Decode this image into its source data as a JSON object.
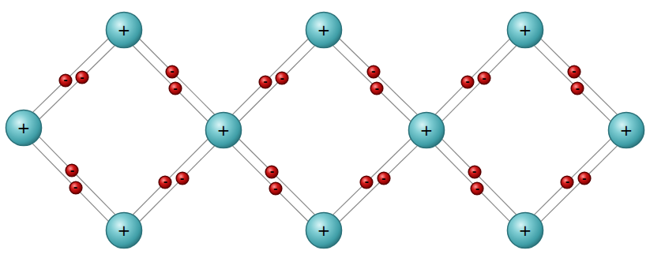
{
  "diagram": {
    "nodes": [
      {
        "text": [
          "+"
        ]
      },
      {
        "text": [
          "+"
        ]
      },
      {
        "text": [
          "+"
        ]
      },
      {
        "text": [
          "+"
        ]
      },
      {
        "text": [
          "+"
        ]
      },
      {
        "text": [
          "+"
        ]
      },
      {
        "text": [
          "+"
        ]
      },
      {
        "text": [
          "+"
        ]
      },
      {
        "text": [
          "+"
        ]
      },
      {
        "text": [
          "+"
        ]
      },
      {
        "text": [
          "-"
        ]
      },
      {
        "text": [
          "-"
        ]
      },
      {
        "text": [
          "-"
        ]
      },
      {
        "text": [
          "-"
        ]
      },
      {
        "text": [
          "-"
        ]
      },
      {
        "text": [
          "-"
        ]
      },
      {
        "text": [
          "-"
        ]
      },
      {
        "text": [
          "-"
        ]
      },
      {
        "text": [
          "-"
        ]
      },
      {
        "text": [
          "-"
        ]
      },
      {
        "text": [
          "-"
        ]
      },
      {
        "text": [
          "-"
        ]
      },
      {
        "text": [
          "-"
        ]
      },
      {
        "text": [
          "-"
        ]
      },
      {
        "text": [
          "-"
        ]
      },
      {
        "text": [
          "-"
        ]
      },
      {
        "text": [
          "-"
        ]
      },
      {
        "text": [
          "-"
        ]
      },
      {
        "text": [
          "-"
        ]
      },
      {
        "text": [
          "-"
        ]
      },
      {
        "text": [
          "-"
        ]
      },
      {
        "text": [
          "-"
        ]
      },
      {
        "text": [
          "-"
        ]
      },
      {
        "text": [
          "-"
        ]
      }
    ],
    "edges": [
      {
        "from": 0,
        "to": 10,
        "arrow": "none"
      },
      {
        "from": 3,
        "to": 10,
        "arrow": "none"
      },
      {
        "from": 0,
        "to": 11,
        "arrow": "none"
      },
      {
        "from": 3,
        "to": 11,
        "arrow": "none"
      },
      {
        "from": 0,
        "to": 12,
        "arrow": "none"
      },
      {
        "from": 4,
        "to": 12,
        "arrow": "none"
      },
      {
        "from": 0,
        "to": 13,
        "arrow": "none"
      },
      {
        "from": 4,
        "to": 13,
        "arrow": "none"
      },
      {
        "from": 7,
        "to": 14,
        "arrow": "none"
      },
      {
        "from": 3,
        "to": 14,
        "arrow": "none"
      },
      {
        "from": 7,
        "to": 15,
        "arrow": "none"
      },
      {
        "from": 3,
        "to": 15,
        "arrow": "none"
      },
      {
        "from": 7,
        "to": 16,
        "arrow": "none"
      },
      {
        "from": 4,
        "to": 16,
        "arrow": "none"
      },
      {
        "from": 7,
        "to": 17,
        "arrow": "none"
      },
      {
        "from": 4,
        "to": 17,
        "arrow": "none"
      },
      {
        "from": 1,
        "to": 18,
        "arrow": "none"
      },
      {
        "from": 4,
        "to": 18,
        "arrow": "none"
      },
      {
        "from": 1,
        "to": 19,
        "arrow": "none"
      },
      {
        "from": 4,
        "to": 19,
        "arrow": "none"
      },
      {
        "from": 1,
        "to": 20,
        "arrow": "none"
      },
      {
        "from": 5,
        "to": 20,
        "arrow": "none"
      },
      {
        "from": 1,
        "to": 21,
        "arrow": "none"
      },
      {
        "from": 5,
        "to": 21,
        "arrow": "none"
      },
      {
        "from": 8,
        "to": 22,
        "arrow": "none"
      },
      {
        "from": 4,
        "to": 22,
        "arrow": "none"
      },
      {
        "from": 8,
        "to": 23,
        "arrow": "none"
      },
      {
        "from": 4,
        "to": 23,
        "arrow": "none"
      },
      {
        "from": 8,
        "to": 24,
        "arrow": "none"
      },
      {
        "from": 5,
        "to": 24,
        "arrow": "none"
      },
      {
        "from": 8,
        "to": 25,
        "arrow": "none"
      },
      {
        "from": 5,
        "to": 25,
        "arrow": "none"
      },
      {
        "from": 2,
        "to": 26,
        "arrow": "none"
      },
      {
        "from": 5,
        "to": 26,
        "arrow": "none"
      },
      {
        "from": 2,
        "to": 27,
        "arrow": "none"
      },
      {
        "from": 5,
        "to": 27,
        "arrow": "none"
      },
      {
        "from": 2,
        "to": 28,
        "arrow": "none"
      },
      {
        "from": 6,
        "to": 28,
        "arrow": "none"
      },
      {
        "from": 2,
        "to": 29,
        "arrow": "none"
      },
      {
        "from": 6,
        "to": 29,
        "arrow": "none"
      },
      {
        "from": 9,
        "to": 30,
        "arrow": "none"
      },
      {
        "from": 5,
        "to": 30,
        "arrow": "none"
      },
      {
        "from": 9,
        "to": 31,
        "arrow": "none"
      },
      {
        "from": 5,
        "to": 31,
        "arrow": "none"
      },
      {
        "from": 9,
        "to": 32,
        "arrow": "none"
      },
      {
        "from": 6,
        "to": 32,
        "arrow": "none"
      },
      {
        "from": 9,
        "to": 33,
        "arrow": "none"
      },
      {
        "from": 6,
        "to": 33,
        "arrow": "none"
      }
    ]
  }
}
